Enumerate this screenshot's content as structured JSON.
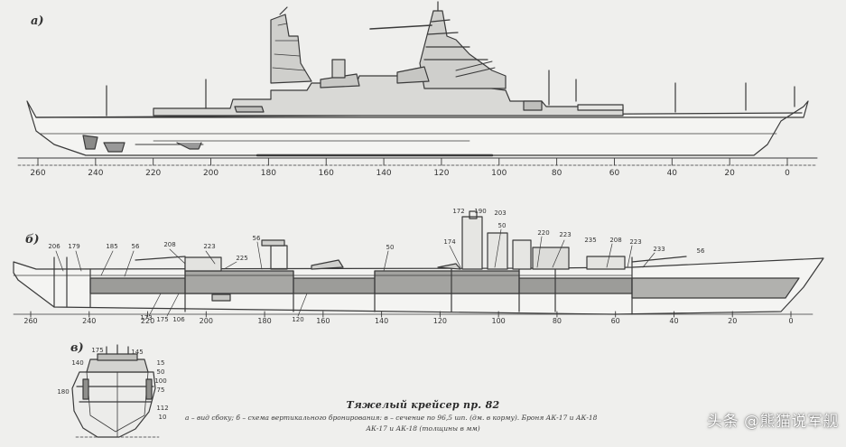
{
  "panels": {
    "a_label": "а)",
    "b_label": "б)",
    "c_label": "в)"
  },
  "profile_frames": [
    "260",
    "240",
    "220",
    "200",
    "180",
    "160",
    "140",
    "120",
    "100",
    "80",
    "60",
    "40",
    "20",
    "0"
  ],
  "section_frames": [
    "260",
    "240",
    "220",
    "200",
    "180",
    "160",
    "140",
    "120",
    "100",
    "80",
    "60",
    "40",
    "20",
    "0"
  ],
  "callouts_top": [
    "206",
    "179",
    "185",
    "56",
    "208",
    "223",
    "225",
    "56",
    "50",
    "174",
    "172",
    "190",
    "203",
    "50",
    "220",
    "223",
    "235",
    "208",
    "223",
    "233",
    "56"
  ],
  "callouts_bottom": [
    "173",
    "175",
    "106",
    "120"
  ],
  "cross_section_labels": [
    "175",
    "140",
    "145",
    "180",
    "15",
    "50",
    "100",
    "75",
    "112",
    "10"
  ],
  "caption": {
    "title": "Тяжелый крейсер пр. 82",
    "line1": "а – вид сбоку; б – схема вертикального бронирования: в – сечение по 96,5 шп. (дм. в корму). Броня АК-17 и АК-18",
    "line2": "АК-17 и АК-18 (толщины в мм)"
  },
  "watermark": "头条 @熊猫说军舰",
  "colors": {
    "paper": "#efefed",
    "ink": "#3a3a3a"
  }
}
